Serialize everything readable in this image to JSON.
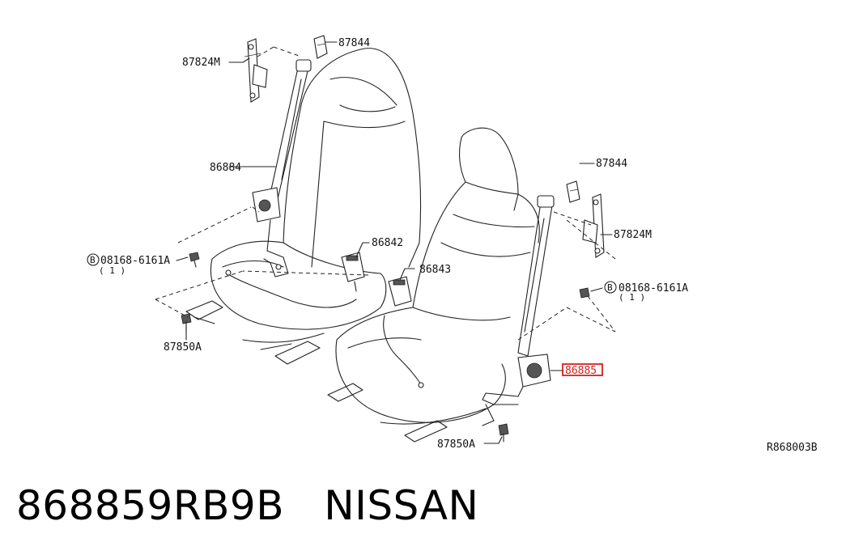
{
  "diagram": {
    "labels": {
      "l_87844_left": "87844",
      "l_87824m_left": "87824M",
      "l_86884": "86884",
      "l_86842": "86842",
      "l_86843": "86843",
      "l_bolt_left": "08168-6161A",
      "l_bolt_left_qty": "( 1 )",
      "l_87850a_left": "87850A",
      "l_87844_right": "87844",
      "l_87824m_right": "87824M",
      "l_bolt_right": "08168-6161A",
      "l_bolt_right_qty": "( 1 )",
      "l_86885_highlight": "86885",
      "l_87850a_right": "87850A",
      "bolt_symbol": "B"
    },
    "reference_code": "R868003B",
    "highlight_color": "#d42020"
  },
  "caption": {
    "part_number": "868859RB9B",
    "brand": "NISSAN"
  }
}
